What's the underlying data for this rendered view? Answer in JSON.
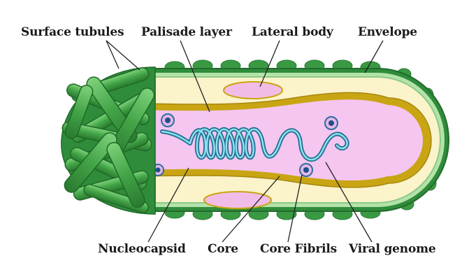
{
  "labels": {
    "surface_tubules": "Surface tubules",
    "palisade_layer": "Palisade layer",
    "lateral_body": "Lateral body",
    "envelope": "Envelope",
    "nucleocapsid": "Nucleocapsid",
    "core": "Core",
    "core_fibrils": "Core Fibrils",
    "viral_genome": "Viral genome"
  },
  "colors": {
    "envelope": "#2e8a3a",
    "envelope_light": "#9fd89a",
    "palisade": "#c9a514",
    "core_interior": "#f3c8ef",
    "lateral_body": "#f1bde8",
    "genome": "#36a9c9",
    "tubules": "#4caf50"
  }
}
